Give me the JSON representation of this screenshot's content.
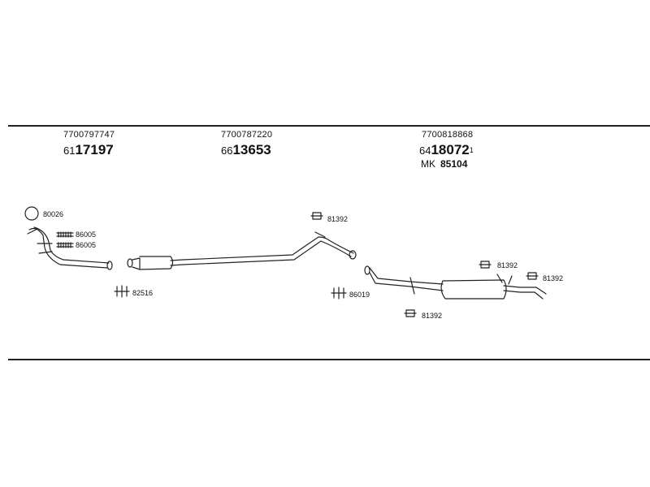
{
  "groups": [
    {
      "oem": "7700797747",
      "prefix": "61",
      "number": "17197",
      "suffix": ""
    },
    {
      "oem": "7700787220",
      "prefix": "66",
      "number": "13653",
      "suffix": ""
    },
    {
      "oem": "7700818868",
      "prefix": "64",
      "number": "18072",
      "suffix": "1"
    }
  ],
  "mk": {
    "prefix": "MK",
    "number": "85104"
  },
  "labels": {
    "gasket": "80026",
    "spring_a": "86005",
    "spring_b": "86005",
    "clamp_front": "82516",
    "hanger_mid": "81392",
    "clamp_mid": "86019",
    "hanger_rear_a": "81392",
    "hanger_rear_b": "81392",
    "hanger_rear_low": "81392"
  }
}
